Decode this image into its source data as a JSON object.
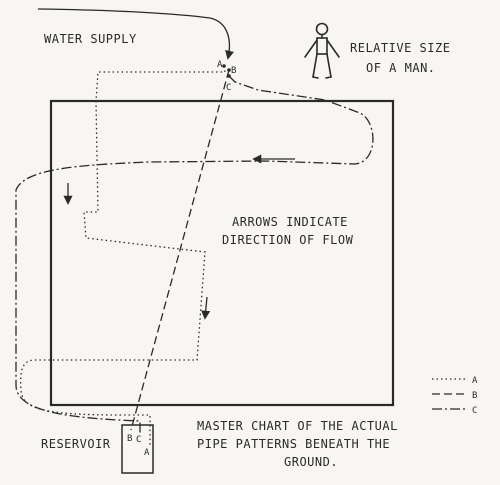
{
  "labels": {
    "water_supply": "WATER SUPPLY",
    "relative_size_line1": "RELATIVE SIZE",
    "relative_size_line2": "OF A MAN.",
    "arrows_line1": "ARROWS INDICATE",
    "arrows_line2": "DIRECTION OF FLOW",
    "reservoir": "RESERVOIR",
    "caption_line1": "MASTER CHART OF THE ACTUAL",
    "caption_line2": "PIPE PATTERNS BENEATH THE",
    "caption_line3": "GROUND."
  },
  "pipe_tags": {
    "top_a": "A",
    "top_b": "B",
    "top_c": "C",
    "res_b": "B",
    "res_c": "C",
    "res_a": "A"
  },
  "legend": [
    {
      "letter": "A",
      "style": "dotted"
    },
    {
      "letter": "B",
      "style": "dashed"
    },
    {
      "letter": "C",
      "style": "dash-dot"
    }
  ],
  "colors": {
    "ink": "#2a2a2a",
    "paper": "#f7f6f3"
  }
}
